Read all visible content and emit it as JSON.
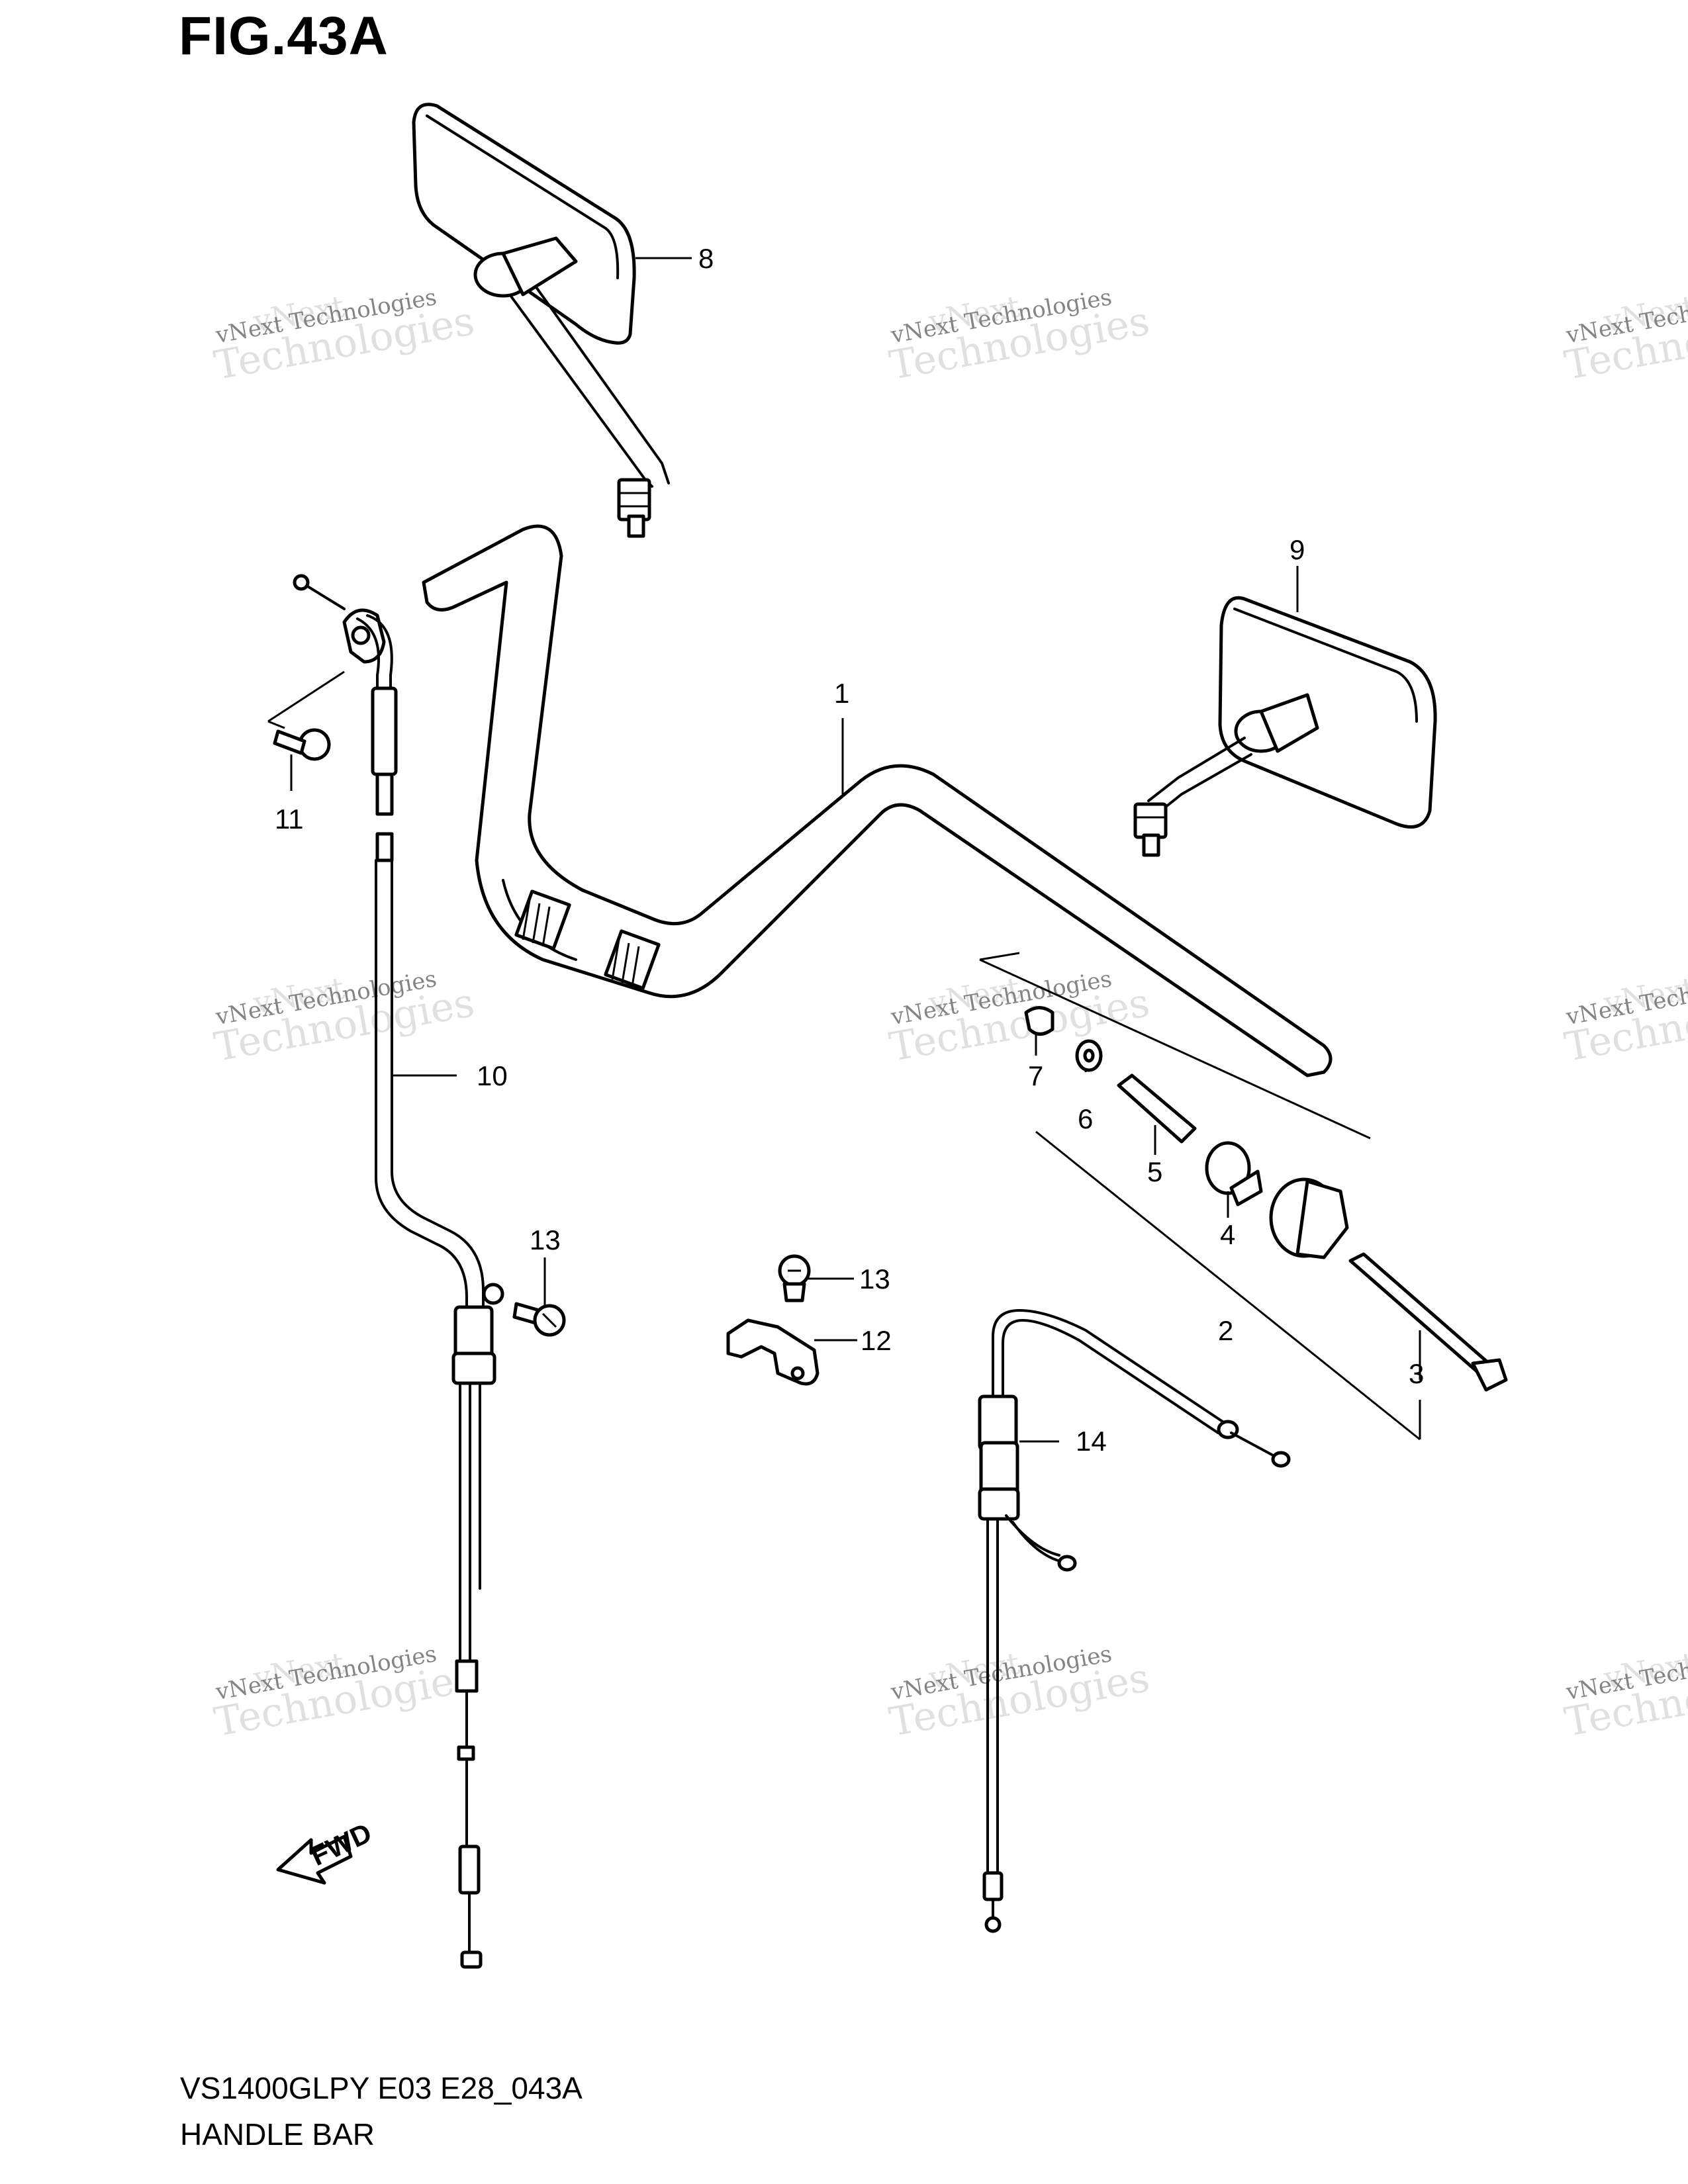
{
  "figure_title": "FIG.43A",
  "model_code": "VS1400GLPY E03 E28_043A",
  "section_name": "HANDLE BAR",
  "fwd_label": "FWD",
  "watermark": {
    "line1": "vNext",
    "line2": "vNext Technologies",
    "line3": "Technologies"
  },
  "callouts": {
    "c1": "1",
    "c2": "2",
    "c3": "3",
    "c4": "4",
    "c5": "5",
    "c6": "6",
    "c7": "7",
    "c8": "8",
    "c9": "9",
    "c10": "10",
    "c11": "11",
    "c12": "12",
    "c13a": "13",
    "c13b": "13",
    "c14": "14"
  }
}
